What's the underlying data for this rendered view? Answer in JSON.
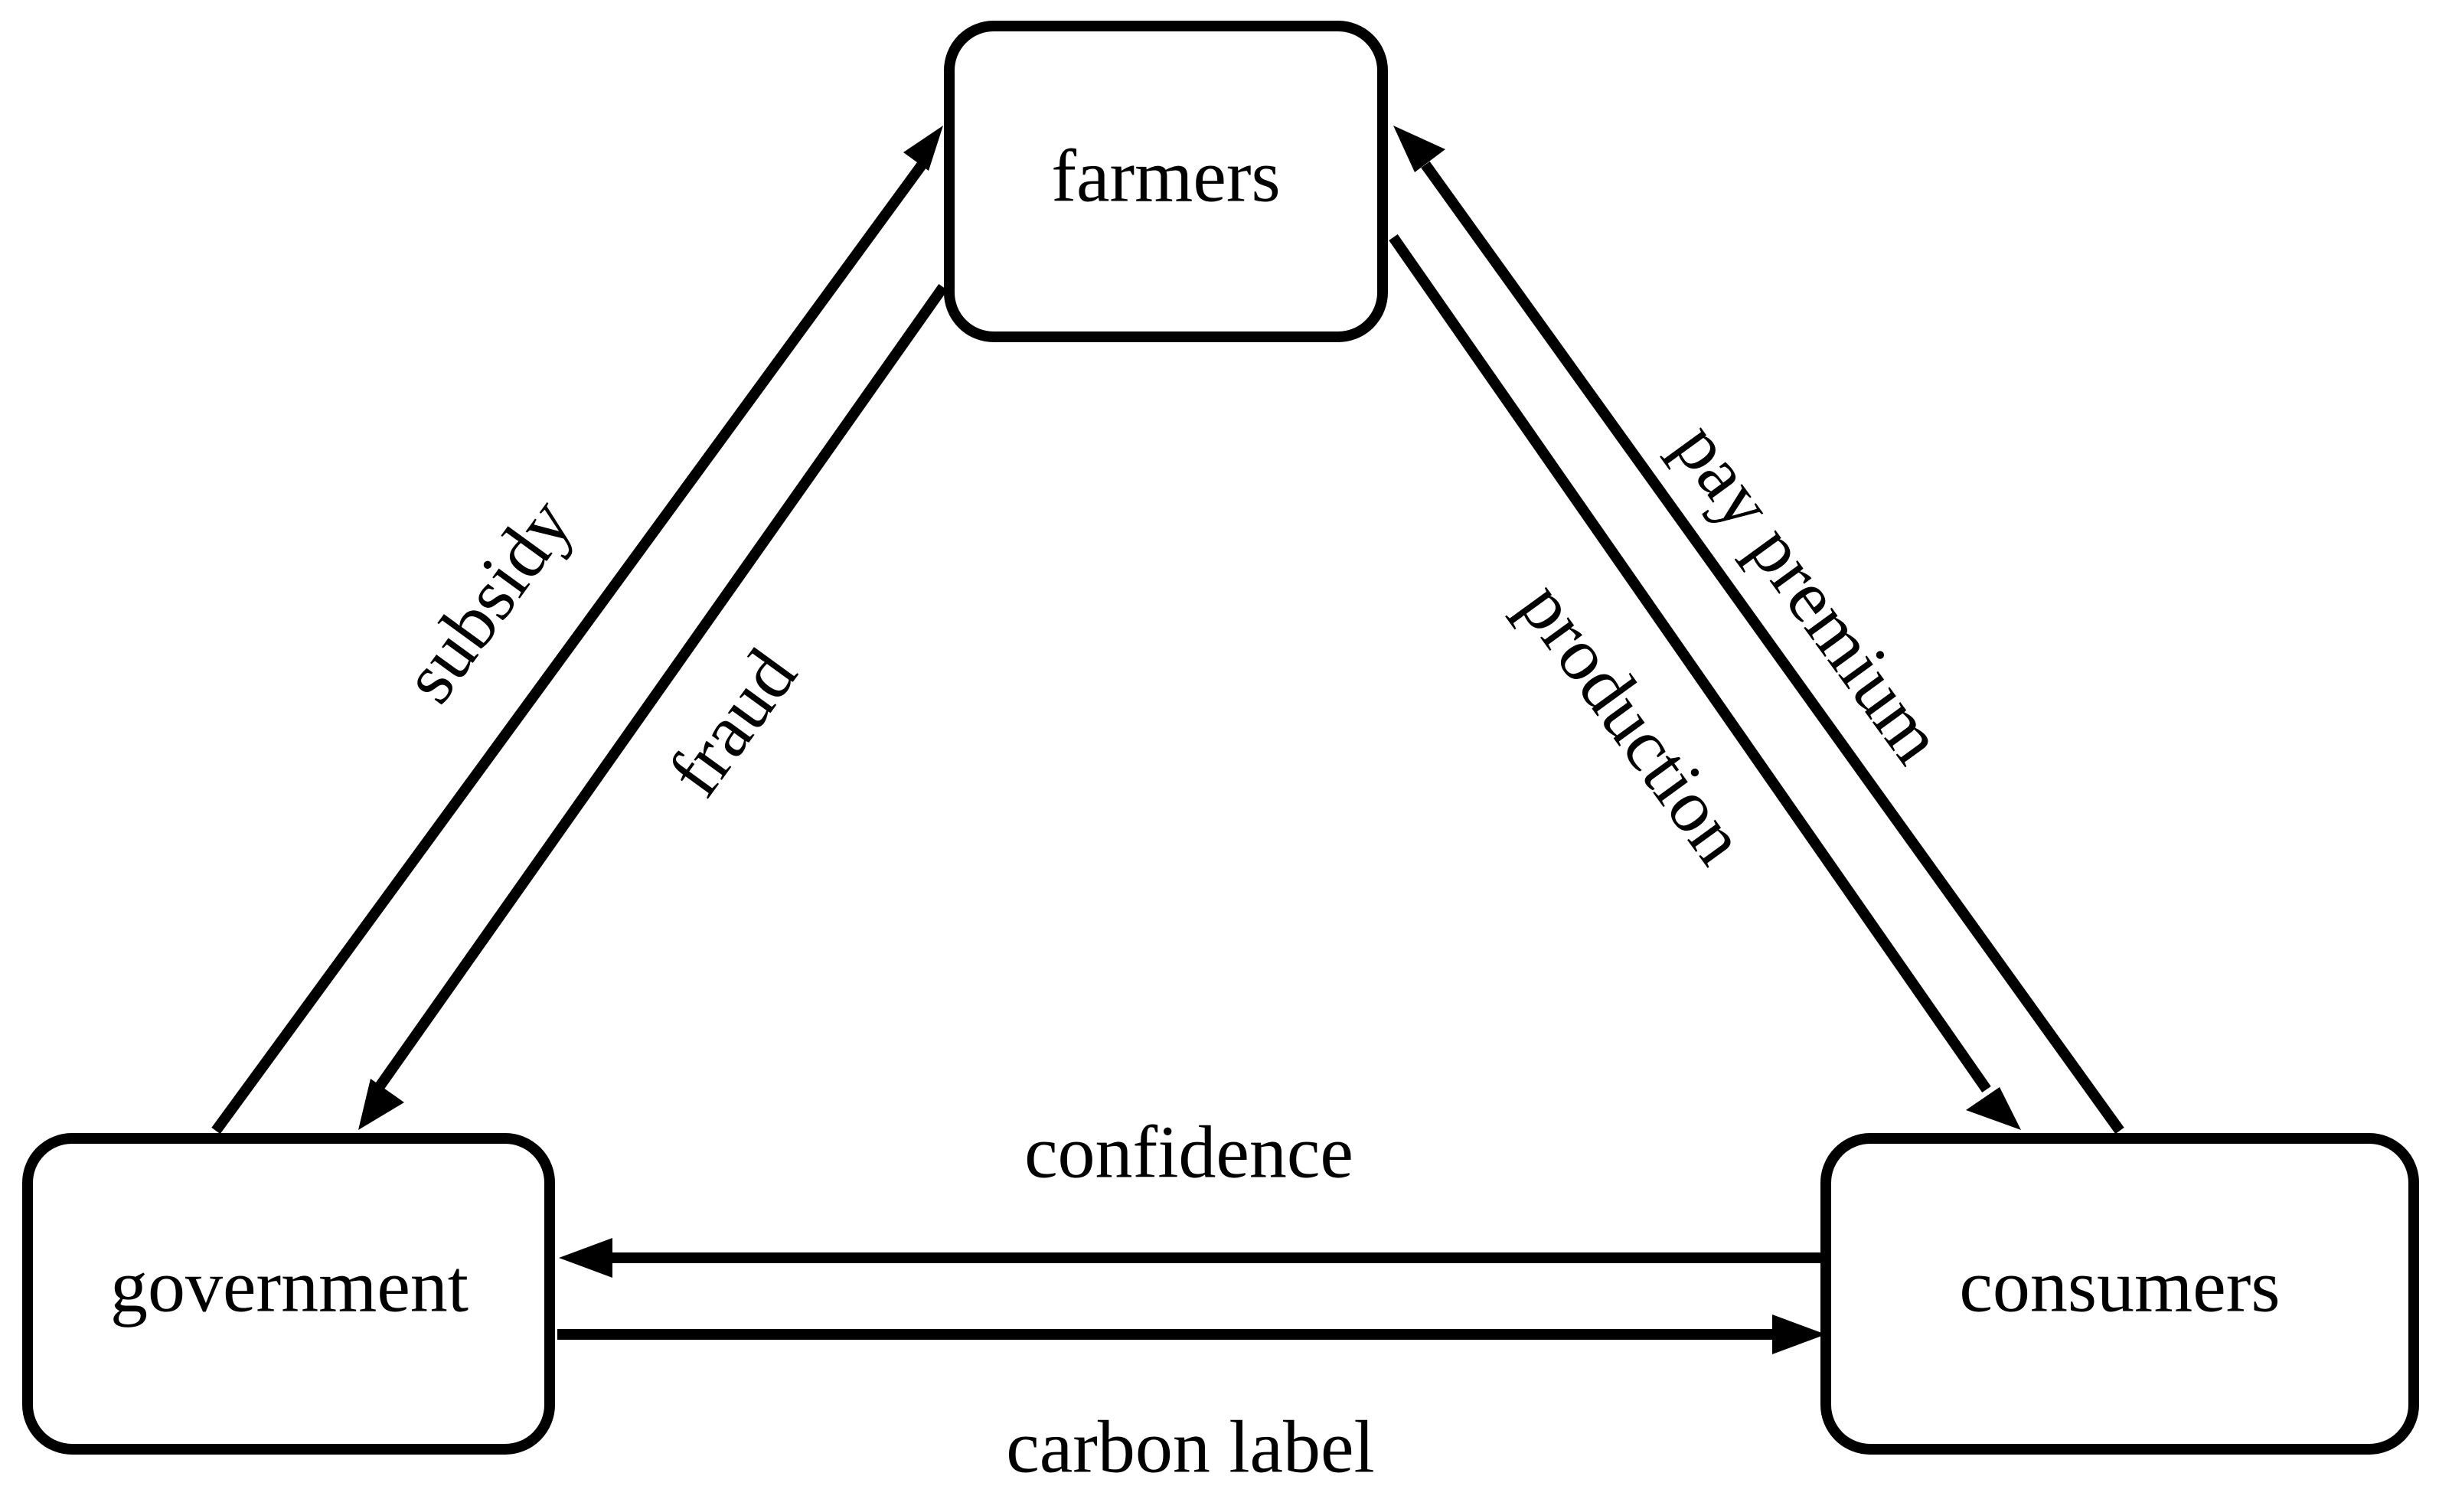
{
  "nodes": {
    "farmers": "farmers",
    "government": "government",
    "consumers": "consumers"
  },
  "edges": {
    "subsidy": "subsidy",
    "fraud": "fraud",
    "production": "production",
    "pay_premium": "pay premium",
    "confidence": "confidence",
    "carbon_label": "carbon label"
  },
  "colors": {
    "stroke": "#000000",
    "background": "#ffffff"
  }
}
